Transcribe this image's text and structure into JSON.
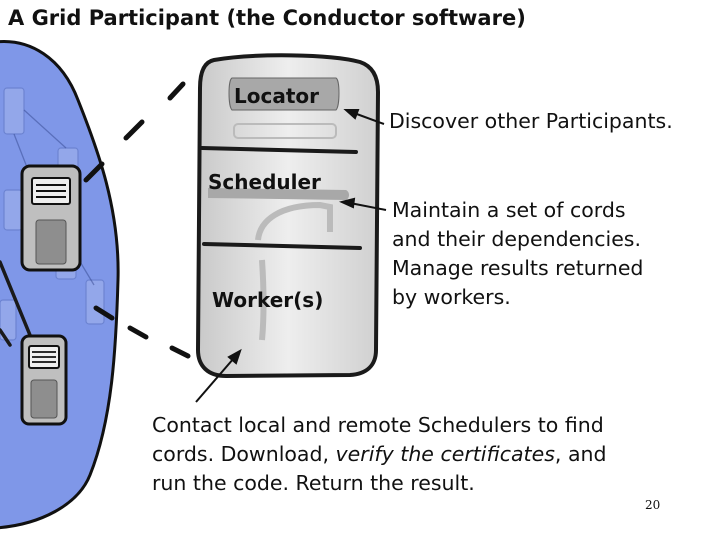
{
  "title": "A Grid Participant (the Conductor software)",
  "components": {
    "locator": "Locator",
    "scheduler": "Scheduler",
    "worker": "Worker(s)"
  },
  "callouts": {
    "locator": "Discover other Participants.",
    "scheduler_lines": [
      "Maintain a set of cords",
      "and their dependencies.",
      "Manage results returned",
      "by workers."
    ],
    "worker_line1": "Contact local and remote Schedulers to find",
    "worker_line2_start": "cords. Download, ",
    "worker_line2_italic": "verify the certificates",
    "worker_line2_end": ", and",
    "worker_line3": "run the code. Return the result."
  },
  "page_number": "20",
  "colors": {
    "grid_blob": "#7f97e8",
    "server_body": "#d9d9d9",
    "label_highlight": "#a8a8a8"
  }
}
